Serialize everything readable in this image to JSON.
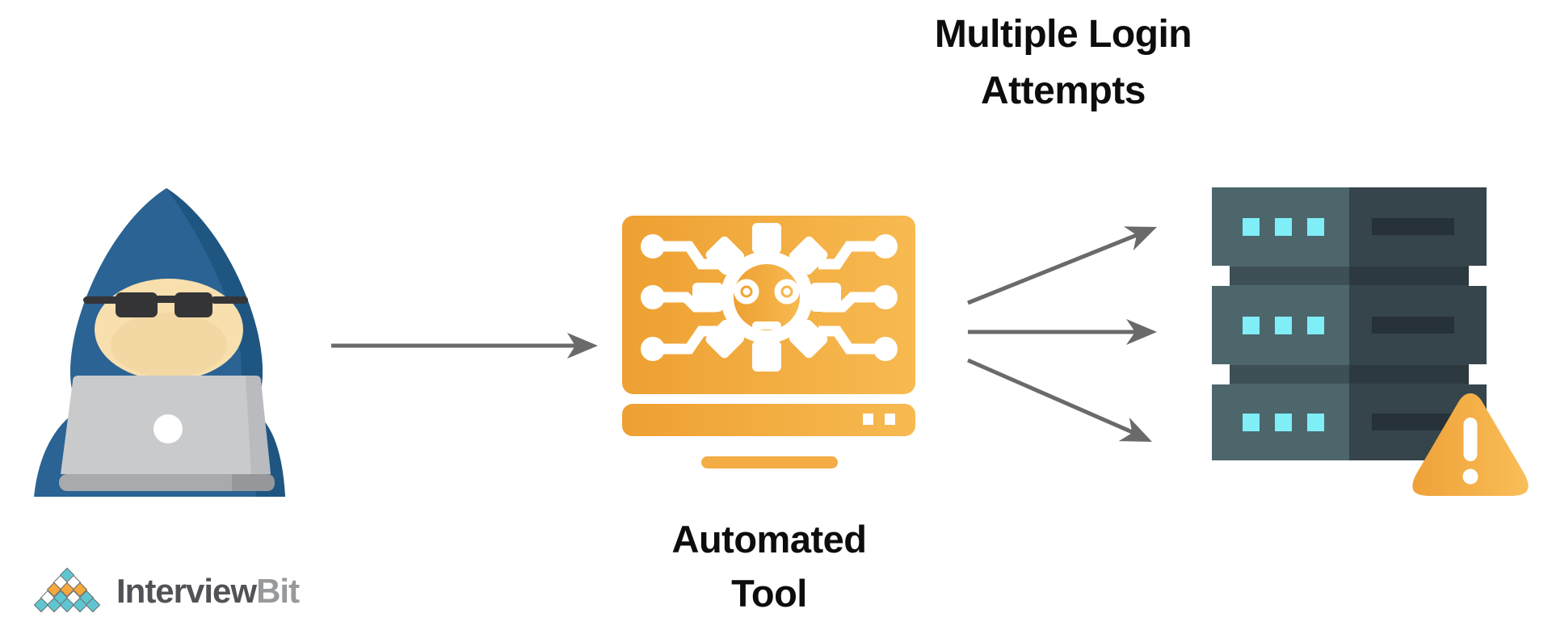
{
  "diagram": {
    "type": "flow",
    "topic": "brute-force attack via automated tool",
    "nodes": [
      {
        "id": "attacker",
        "icon": "hacker-icon",
        "label": ""
      },
      {
        "id": "automated_tool",
        "icon": "automated-tool-monitor-icon",
        "label": "Automated Tool"
      },
      {
        "id": "target_servers",
        "icon": "server-stack-icon",
        "status_icon": "warning-triangle-icon",
        "label": ""
      }
    ],
    "edges": [
      {
        "from": "attacker",
        "to": "automated_tool",
        "label": "",
        "arrows": 1
      },
      {
        "from": "automated_tool",
        "to": "target_servers",
        "label": "Multiple Login Attempts",
        "arrows": 3
      }
    ]
  },
  "labels": {
    "tool": "Automated Tool",
    "attempts": "Multiple Login Attempts"
  },
  "brand": {
    "primary": "Interview",
    "secondary": "Bit",
    "logo_rows": [
      [
        "t"
      ],
      [
        "w",
        "w"
      ],
      [
        "o",
        "o",
        "o"
      ],
      [
        "w",
        "t",
        "w",
        "t"
      ],
      [
        "t",
        "t",
        "t",
        "t",
        "t"
      ]
    ]
  },
  "palette": {
    "background": "#ffffff",
    "text_black": "#0d0d0d",
    "arrow_gray": "#6a6a6a",
    "tool_orange_dark": "#eea032",
    "tool_orange_light": "#f7ba51",
    "tool_orange_stand": "#f3ad44",
    "hood_blue": "#2a6394",
    "hood_blue_dark": "#1e5681",
    "skin": "#f7dfae",
    "skin_shadow": "#f0d29b",
    "glasses_dark": "#353538",
    "laptop_gray": "#c9cacc",
    "laptop_shade": "#b9bbbe",
    "laptop_base": "#a8aaad",
    "laptop_base_dark": "#95979a",
    "server_left": "#4c666c",
    "server_right": "#36454b",
    "server_band_left": "#3e4f55",
    "server_band_right": "#2c3a40",
    "server_slot": "#263238",
    "server_light_cyan": "#7feef7",
    "warning_orange_dark": "#efa138",
    "warning_orange_light": "#f9be58",
    "logo_teal": "#5fc6d1",
    "logo_orange": "#f5a83c",
    "logo_border": "#6e7071",
    "brand_dark": "#515257",
    "brand_light": "#97999b"
  }
}
